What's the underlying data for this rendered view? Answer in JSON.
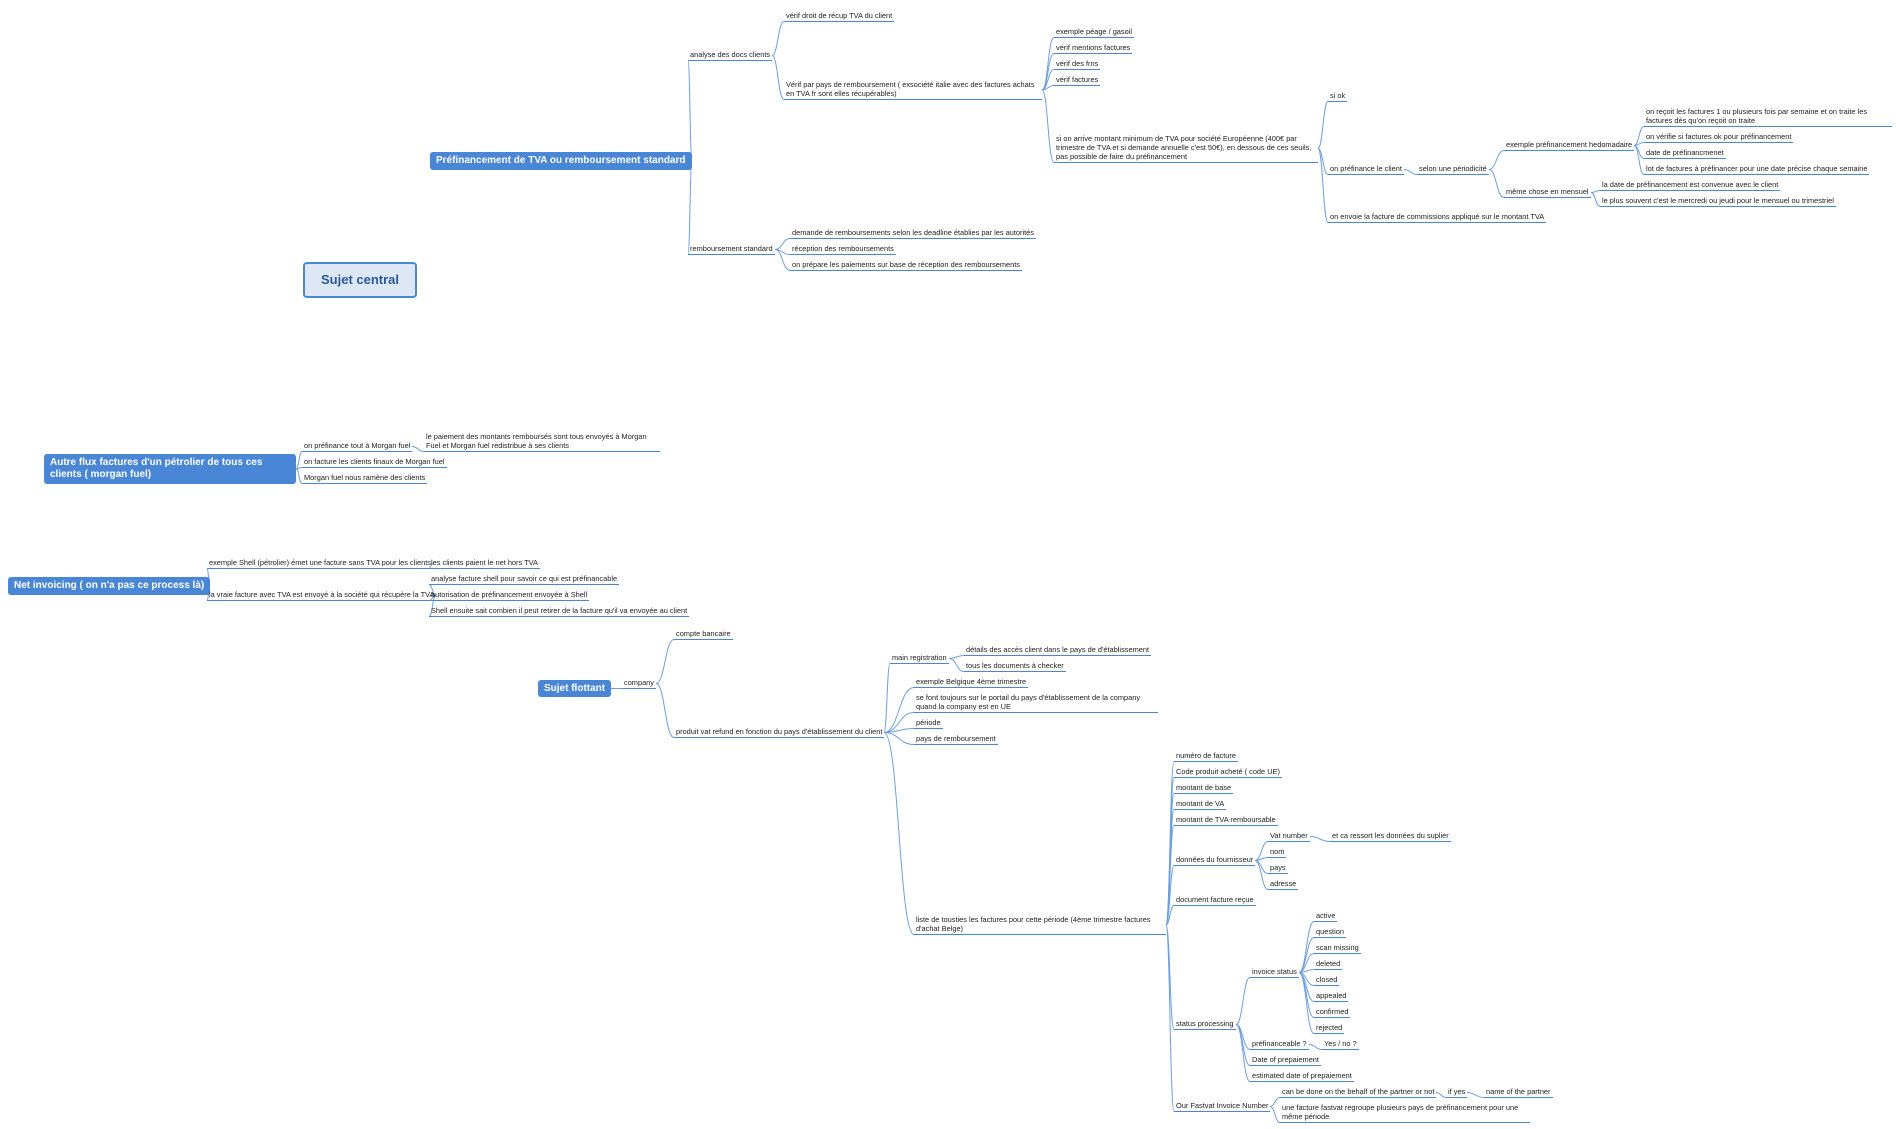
{
  "colors": {
    "accent": "#4a86d6",
    "central_fill": "#dde7f5",
    "line": "#6f9fdc"
  },
  "central": "Sujet central",
  "pref": {
    "topic": "Préfinancement de TVA ou remboursement standard",
    "analyse": "analyse des docs clients",
    "verif_droit": "vérif droit de récup TVA du client",
    "verif_pays": "Vérif par pays de remboursement ( exsociété italie avec des factures achats en TVA fr sont elles récupérables)",
    "ex_peage": "exemple péage / gasoil",
    "verif_mentions": "vérif mentions factures",
    "verif_frns": "vérif des frns",
    "verif_factures": "vérif factures",
    "si_on_arrive": "si on arrive montant minimum de TVA pour société Européenne (400€ par trimestre de TVA et si demande annuelle c'est 50€), en dessous de ces seuils, pas possible de faire du préfinancement",
    "si_ok": "si ok",
    "on_prefinance": "on préfinance le client",
    "selon_periodicite": "selon une périodicité",
    "ex_hebdo": "exemple préfinancement hedomadaire",
    "on_recoit": "on reçoit les factures 1 ou plusieurs fois par semaine et on traite les factures dès qu'on reçoit on traite",
    "on_verifie": "on vérifie si factures ok pour préfinancement",
    "date_pref": "date de préfinancmenet",
    "lot": "lot de factures à préfinancer pour une date précise chaque semaine",
    "meme_chose": "même chose en mensuel",
    "la_date": "la date de préfinancement est convenue avec le client",
    "le_plus": "le plus souvent c'est le mercredi ou jeudi pour le mensuel ou trimestriel",
    "on_envoie": "on envoie la facture de commissions appliqué sur le montant TVA",
    "remb_standard": "remboursement standard",
    "demande": "demande de remboursements selon les deadline établies par les autorités",
    "reception": "réception des remboursements",
    "on_prepare": "on prépare les paiements sur base de réception des remboursements"
  },
  "morgan": {
    "topic": "Autre flux factures d'un pétrolier de tous ces clients ( morgan fuel)",
    "on_prefinance": "on préfinance tout à Morgan fuel",
    "paiement": "le paiement des montants remboursés sont tous envoyés à Morgan Fuel et Morgan fuel redistribue à ses clients",
    "on_facture": "on facture les clients finaux de Morgan fuel",
    "ramene": "Morgan fuel nous ramène des clients"
  },
  "net": {
    "topic": "Net invoicing ( on n'a pas ce process là)",
    "ex_shell": "exemple Shell (pétrolier) émet une facture sans TVA pour les clients",
    "clients_paient": "les clients paient le net hors TVA",
    "vraie_facture": "la vraie facture avec TVA est envoyé à la société qui récupère la TVA",
    "analyse_shell": "analyse facture shell pour savoir ce qui est préfinancable",
    "autorisation": "autorisation de préfinancement envoyée à Shell",
    "shell_sait": "Shell ensuite sait combien il peut retirer de la facture qu'il va envoyée au client"
  },
  "floating": {
    "topic": "Sujet flottant",
    "company": "company",
    "compte": "compte bancaire",
    "produit": "produit vat refund en fonction du pays d'établissement du client",
    "main_reg": "main registration",
    "details_acces": "détails des accès client dans le pays de d'établissement",
    "tous_docs": "tous les documents à checker",
    "ex_belgique": "exemple Belgique 4ème trimestre",
    "se_font": "se font toujours sur le portail du pays d'établissement de la company quand la company est en UE",
    "periode": "période",
    "pays_remb": "pays de remboursement",
    "liste": "liste de tousties les factures pour cette période (4ème trimestre factures d'achat Belge)",
    "numero": "numéro de facture",
    "code_produit": "Code produit acheté ( code UE)",
    "montant_base": "montant de base",
    "montant_va": "montant de VA",
    "montant_tva": "montant de TVA remboursable",
    "donnees_four": "données du fournisseur",
    "vat_number": "Vat number",
    "et_ca": "et ca ressort les données du suplier",
    "nom": "nom",
    "pays": "pays",
    "adresse": "adresse",
    "document_recu": "document facture reçue",
    "status_proc": "status processing",
    "invoice_status": "invoice status",
    "statuses": [
      "active",
      "question",
      "scan missing",
      "deleted",
      "closed",
      "appealed",
      "confirmed",
      "rejected"
    ],
    "prefinanceable": "préfinanceable ?",
    "yes_no": "Yes  / no ?",
    "date_prep": "Date of prepaiement",
    "est_date": "estimated date of prepaiement",
    "our_fastvat": "Our Fastvat Invoice Number",
    "can_be_done": "can be done on the behalf of the partner or not",
    "if_yes": "if yes",
    "name_partner": "name of the partner",
    "une_facture": "une facture fastvat regroupe plusieurs pays de préfinancement pour une même période"
  }
}
